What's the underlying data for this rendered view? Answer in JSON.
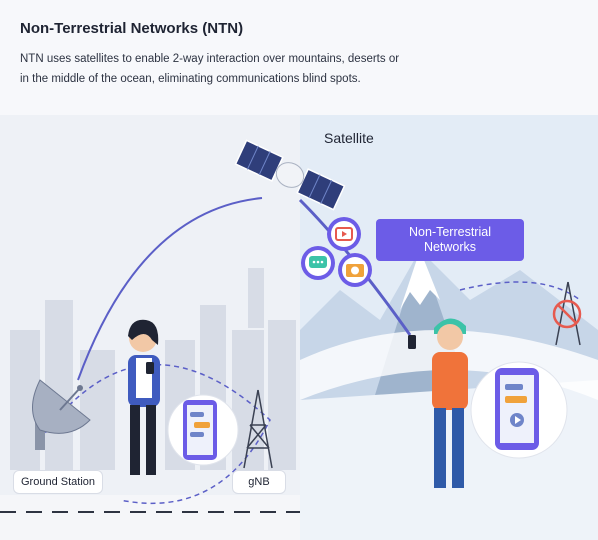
{
  "header": {
    "title": "Non-Terrestrial Networks (NTN)",
    "description": "NTN uses satellites to enable 2-way interaction over mountains, deserts or in the middle of the ocean, eliminating communications blind spots."
  },
  "labels": {
    "satellite": "Satellite",
    "ntn_line1": "Non-Terrestrial",
    "ntn_line2": "Networks",
    "ground_station": "Ground Station",
    "gnb": "gNB"
  },
  "icons": [
    "satellite-icon",
    "play-icon",
    "chat-icon",
    "camera-icon",
    "antenna-icon",
    "no-signal-icon",
    "smartphone-icon",
    "tower-icon"
  ],
  "colors": {
    "accent": "#6c5ce7",
    "left_bg": "#eef1f6",
    "right_bg": "#dde8f4",
    "link": "#5b5fc7"
  }
}
